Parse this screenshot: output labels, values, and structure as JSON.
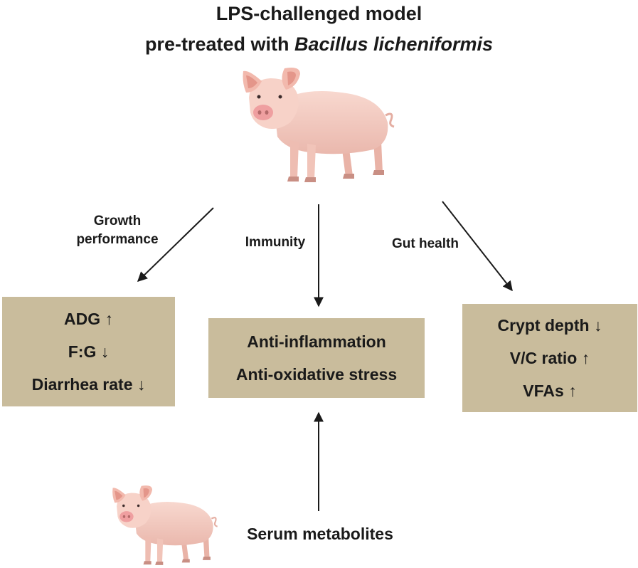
{
  "title": {
    "line1": "LPS-challenged model",
    "line2_prefix": "pre-treated with ",
    "line2_italic": "Bacillus licheniformis"
  },
  "branches": {
    "growth": {
      "label_line1": "Growth",
      "label_line2": "performance",
      "items": [
        "ADG ↑",
        "F:G ↓",
        "Diarrhea rate ↓"
      ]
    },
    "immunity": {
      "label": "Immunity",
      "items": [
        "Anti-inflammation",
        "Anti-oxidative stress"
      ]
    },
    "gut": {
      "label": "Gut health",
      "items": [
        "Crypt depth ↓",
        "V/C ratio ↑",
        "VFAs ↑"
      ]
    }
  },
  "serum": {
    "label": "Serum metabolites"
  },
  "colors": {
    "box_fill": "#c9bc9c",
    "arrow": "#1a1a1a",
    "pig_skin": "#f5cdc4"
  },
  "icons": [
    "piglet-large-icon",
    "piglet-small-icon"
  ]
}
